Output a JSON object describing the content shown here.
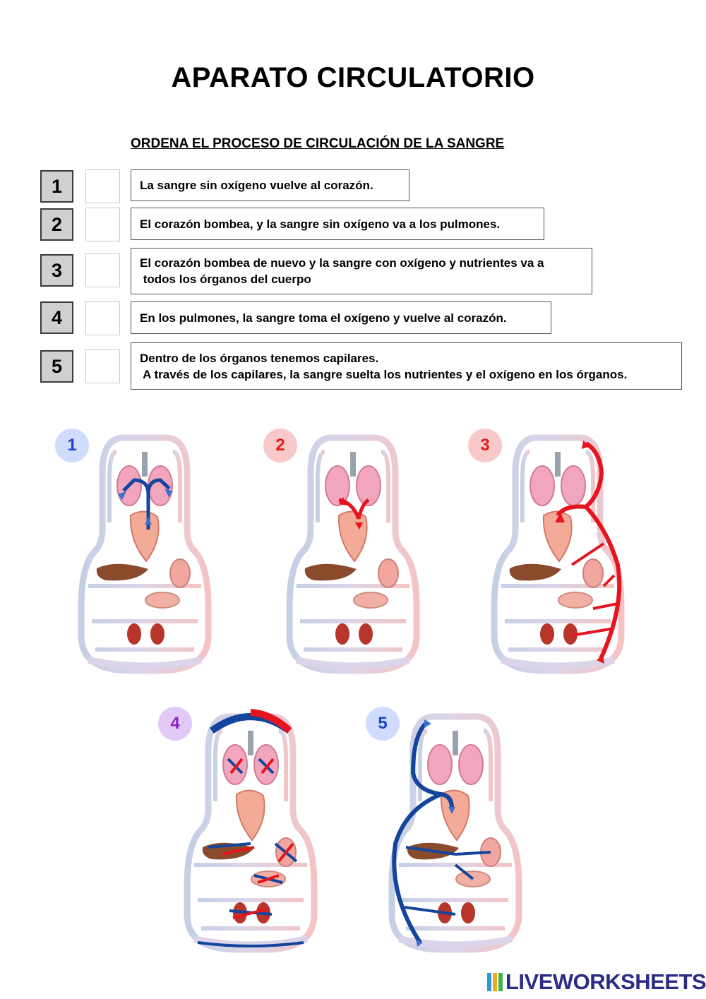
{
  "title": "APARATO CIRCULATORIO",
  "subtitle": "ORDENA EL PROCESO DE CIRCULACIÓN DE LA SANGRE",
  "steps": [
    {
      "number": "1",
      "lines": [
        "La sangre sin oxígeno vuelve al corazón."
      ]
    },
    {
      "number": "2",
      "lines": [
        "El corazón bombea, y la sangre sin oxígeno va a los pulmones."
      ]
    },
    {
      "number": "3",
      "lines": [
        "El corazón bombea de nuevo y la sangre con oxígeno y nutrientes va a",
        " todos los órganos del cuerpo"
      ]
    },
    {
      "number": "4",
      "lines": [
        "En los pulmones, la sangre toma el oxígeno y vuelve al corazón."
      ]
    },
    {
      "number": "5",
      "lines": [
        "Dentro de los órganos tenemos capilares.",
        " A través de los capilares, la sangre suelta los nutrientes y el oxígeno en los órganos."
      ]
    }
  ],
  "diagrams": [
    {
      "label": "1",
      "badge_bg": "#cfdcfb",
      "badge_fg": "#1f43c6",
      "highlight": "heart-to-lungs-blue"
    },
    {
      "label": "2",
      "badge_bg": "#f9c9c9",
      "badge_fg": "#e01e1e",
      "highlight": "lungs-to-heart-red"
    },
    {
      "label": "3",
      "badge_bg": "#f9c9c9",
      "badge_fg": "#e01e1e",
      "highlight": "arteries-red"
    },
    {
      "label": "4",
      "badge_bg": "#e3c9f5",
      "badge_fg": "#8a22c8",
      "highlight": "capillaries"
    },
    {
      "label": "5",
      "badge_bg": "#cfdcfb",
      "badge_fg": "#1f43c6",
      "highlight": "veins-blue"
    }
  ],
  "colors": {
    "vein": "#14459c",
    "artery": "#e6141f",
    "vein_light": "#c4d0e4",
    "artery_light": "#f4c4c4"
  },
  "logo": {
    "text": "LIVEWORKSHEETS",
    "color": "#2b2d84"
  }
}
